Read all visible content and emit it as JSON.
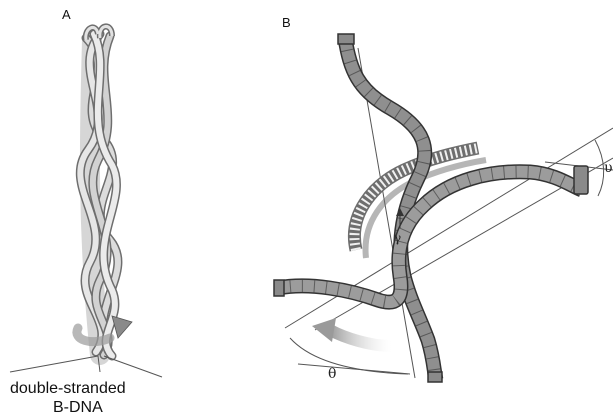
{
  "panels": [
    {
      "id": "A",
      "label": "A",
      "caption_lines": [
        "double-stranded",
        "B-DNA"
      ]
    },
    {
      "id": "B",
      "label": "B",
      "angle_labels": {
        "theta": "θ",
        "gamma": "γ",
        "phi": "υ"
      }
    }
  ],
  "colors": {
    "strand_fill": "#d9d9d9",
    "strand_stroke": "#6e6e6e",
    "tube_fill": "#8c8c8c",
    "tube_stroke": "#333333",
    "ladder_fill": "#ededed",
    "arrow_fill": "#c8c8c8",
    "line": "#555555"
  }
}
